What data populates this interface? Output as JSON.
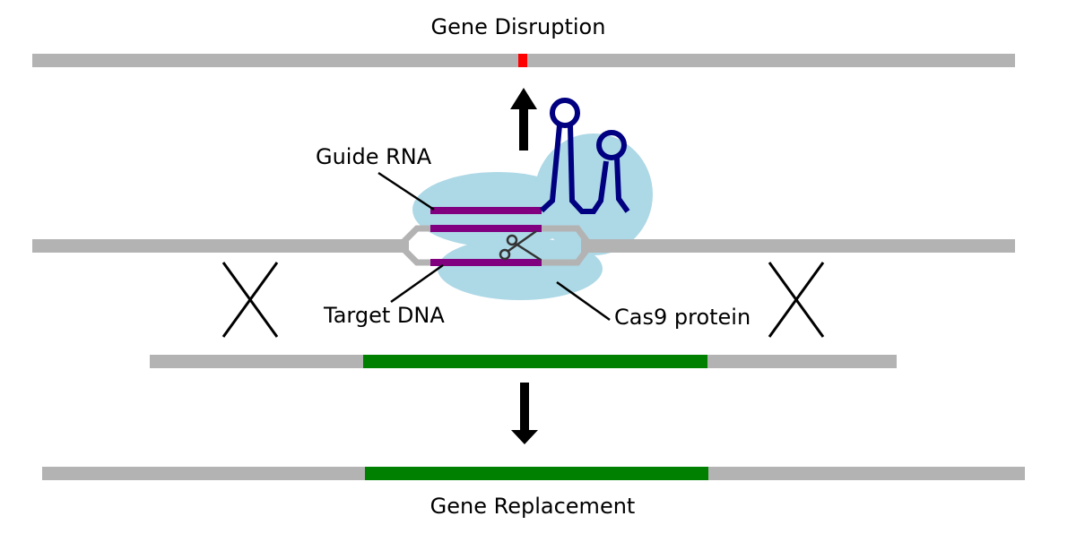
{
  "labels": {
    "top_title": "Gene Disruption",
    "bottom_title": "Gene Replacement",
    "guide_rna": "Guide RNA",
    "target_dna": "Target DNA",
    "cas9_protein": "Cas9 protein"
  },
  "colors": {
    "dna": "#b3b3b3",
    "disruption_mark": "#ff0000",
    "guide_rna": "#800080",
    "cas9_protein": "#add8e6",
    "rna_hairpin": "#000080",
    "replacement_gene": "#008000",
    "arrows": "#000000"
  },
  "icons": {
    "cut_site": "scissors-icon"
  }
}
